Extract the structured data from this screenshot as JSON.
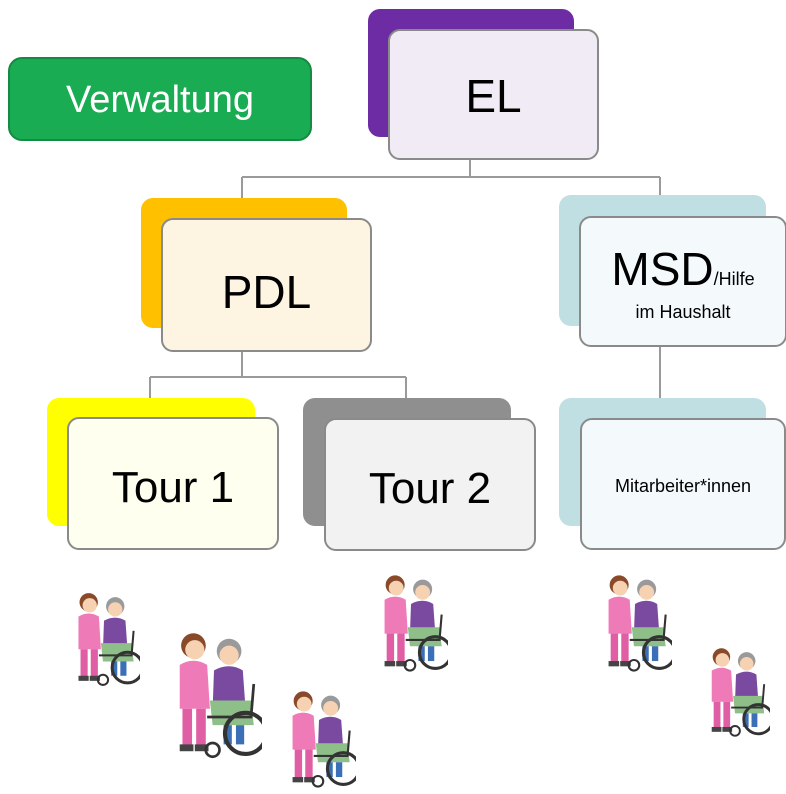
{
  "admin_box": {
    "label": "Verwaltung",
    "color": "#1aac53"
  },
  "nodes": {
    "el": {
      "label": "EL",
      "accent": "#6e2ca4",
      "fill": "#f1ebf6"
    },
    "pdl": {
      "label": "PDL",
      "accent": "#ffc000",
      "fill": "#fdf4e2"
    },
    "msd": {
      "label_main": "MSD",
      "label_suffix": "/Hilfe",
      "label_sub": "im Haushalt",
      "accent": "#bfdfe2",
      "fill": "#f4fafb"
    },
    "tour1": {
      "label": "Tour 1",
      "accent": "#ffff00",
      "fill": "#fffff0"
    },
    "tour2": {
      "label": "Tour 2",
      "accent": "#8f8f8f",
      "fill": "#f2f2f2"
    },
    "staff": {
      "label": "Mitarbeiter*innen",
      "accent": "#bfdfe2",
      "fill": "#f4fafb"
    }
  },
  "illustrations": [
    {
      "icon": "caregiver-wheelchair-icon"
    },
    {
      "icon": "caregiver-wheelchair-icon"
    },
    {
      "icon": "caregiver-wheelchair-icon"
    },
    {
      "icon": "caregiver-wheelchair-icon"
    },
    {
      "icon": "caregiver-wheelchair-icon"
    },
    {
      "icon": "caregiver-wheelchair-icon"
    }
  ]
}
